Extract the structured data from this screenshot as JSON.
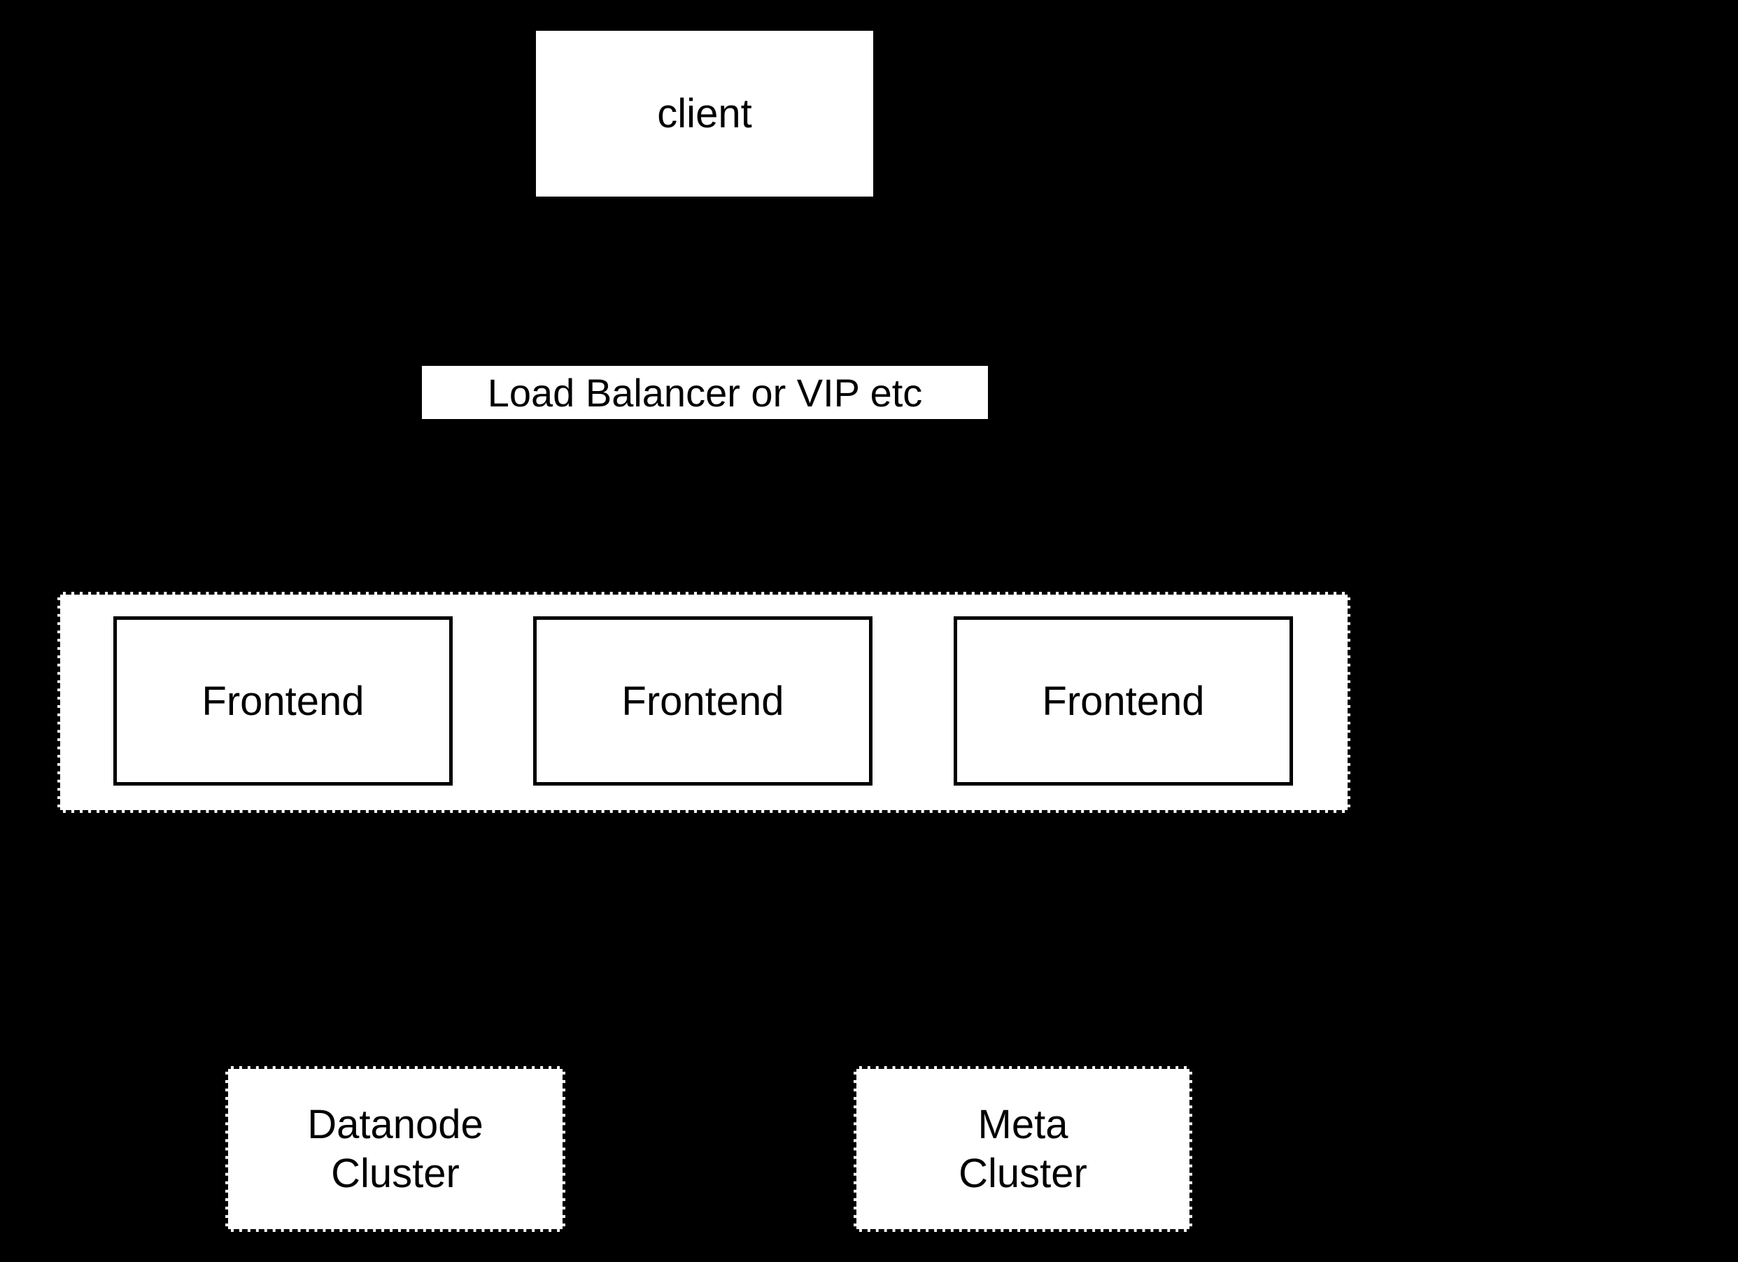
{
  "diagram": {
    "colors": {
      "background": "#000000",
      "node_fill": "#ffffff",
      "node_border": "#000000",
      "text": "#000000"
    },
    "client": {
      "label": "client"
    },
    "load_balancer": {
      "label": "Load Balancer or VIP etc"
    },
    "frontend_group": {
      "frontends": [
        {
          "label": "Frontend"
        },
        {
          "label": "Frontend"
        },
        {
          "label": "Frontend"
        }
      ]
    },
    "datanode_cluster": {
      "label": "Datanode\nCluster"
    },
    "meta_cluster": {
      "label": "Meta\nCluster"
    }
  }
}
